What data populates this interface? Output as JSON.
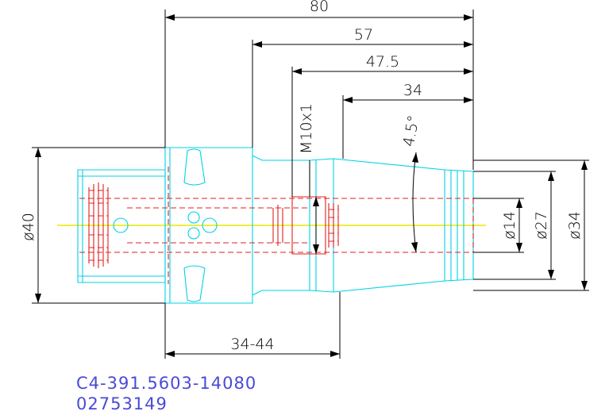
{
  "dimensions": {
    "overall_length": "80",
    "length_57": "57",
    "length_47_5": "47.5",
    "length_34": "34",
    "taper_angle": "4.5°",
    "thread": "M10x1",
    "dia_40": "ø40",
    "dia_14": "ø14",
    "dia_27": "ø27",
    "dia_34": "ø34",
    "clamp_range": "34-44"
  },
  "part": {
    "article_number": "C4-391.5603-14080",
    "item_code": "02753149"
  },
  "colors": {
    "outline": "#00d2e6",
    "hidden": "#e02020",
    "centerline": "#e8e800",
    "dimension": "#000000",
    "code_text": "#4a4ad6"
  }
}
